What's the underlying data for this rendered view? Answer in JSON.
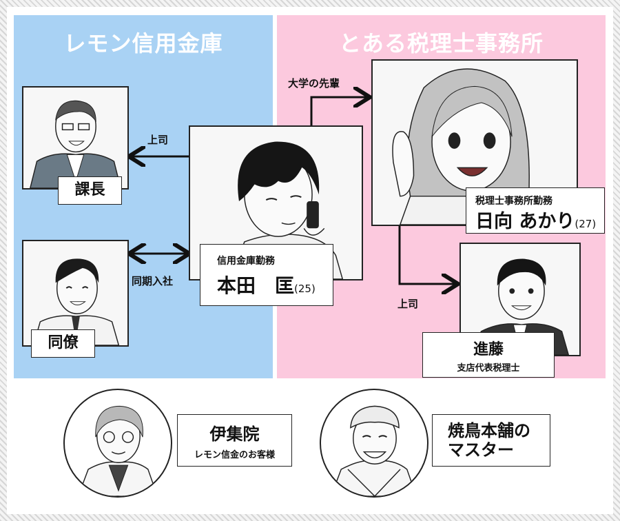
{
  "left_panel": {
    "title": "レモン信用金庫"
  },
  "right_panel": {
    "title": "とある税理士事務所"
  },
  "characters": {
    "kacho": {
      "name": "課長"
    },
    "doryo": {
      "name": "同僚"
    },
    "honda": {
      "role": "信用金庫勤務",
      "name": "本田　匡",
      "age": "(25)"
    },
    "akari": {
      "role": "税理士事務所勤務",
      "name": "日向 あかり",
      "age": "(27)"
    },
    "shindo": {
      "name": "進藤",
      "role": "支店代表税理士"
    },
    "ijuin": {
      "name": "伊集院",
      "role": "レモン信金のお客様"
    },
    "master": {
      "name_line1": "焼鳥本舗の",
      "name_line2": "マスター"
    }
  },
  "relations": {
    "boss_left": "上司",
    "same_year": "同期入社",
    "senpai": "大学の先輩",
    "boss_right": "上司"
  }
}
